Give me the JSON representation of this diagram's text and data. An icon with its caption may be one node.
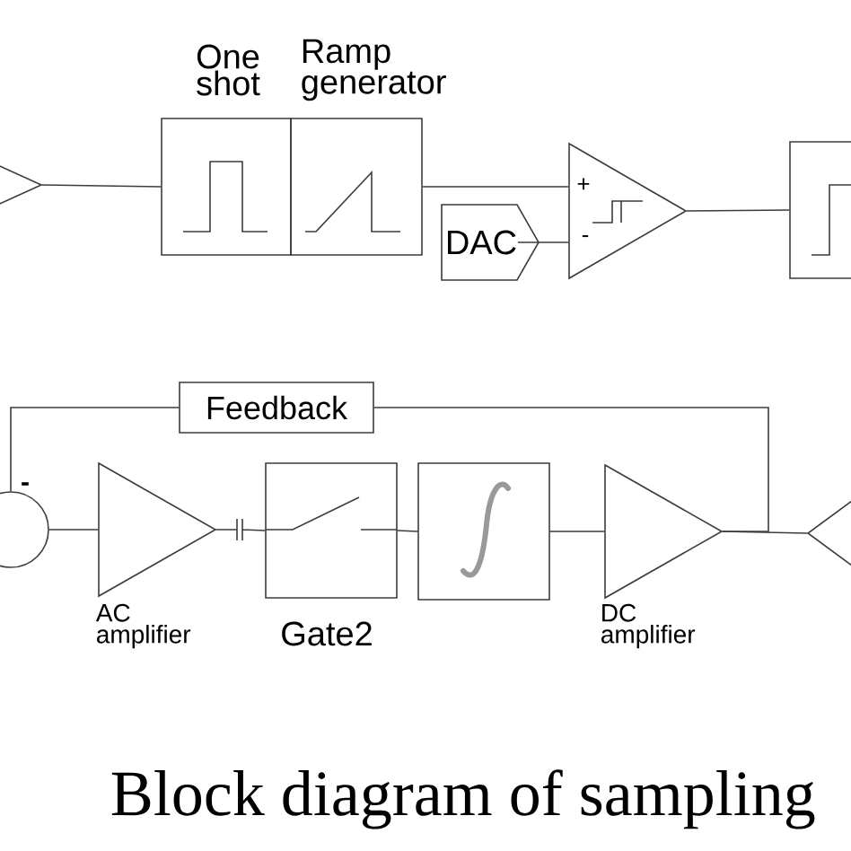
{
  "diagram": {
    "caption": "Block diagram of sampling",
    "nodes": [
      {
        "text": [],
        "shape": "triangle"
      },
      {
        "text": [
          "One shot"
        ]
      },
      {
        "text": [
          "Ramp generator"
        ]
      },
      {
        "text": [
          "DAC"
        ]
      },
      {
        "text": [
          "+",
          "-"
        ]
      },
      {
        "text": [],
        "shape": "box"
      },
      {
        "text": [
          "Feedback"
        ]
      },
      {
        "text": [],
        "shape": "circle",
        "beside": [
          "-"
        ]
      },
      {
        "text": [
          "AC amplifier"
        ]
      },
      {
        "text": [
          "Gate2"
        ]
      },
      {
        "text": [],
        "shape": "box"
      },
      {
        "text": [
          "DC amplifier"
        ]
      },
      {
        "text": [],
        "shape": "triangle"
      }
    ],
    "edges": [
      {
        "from": 0,
        "to": 1,
        "arrow": "none"
      },
      {
        "from": 2,
        "to": 4,
        "arrow": "none"
      },
      {
        "from": 3,
        "to": 4,
        "arrow": "none"
      },
      {
        "from": 4,
        "to": 5,
        "arrow": "none"
      },
      {
        "from": 7,
        "to": 8,
        "arrow": "none"
      },
      {
        "from": 8,
        "to": 9,
        "arrow": "none"
      },
      {
        "from": 9,
        "to": 10,
        "arrow": "none"
      },
      {
        "from": 10,
        "to": 11,
        "arrow": "none"
      },
      {
        "from": 11,
        "to": 12,
        "arrow": "none"
      },
      {
        "from": 11,
        "to": 6,
        "arrow": "none"
      },
      {
        "from": 6,
        "to": 7,
        "arrow": "none"
      }
    ]
  }
}
